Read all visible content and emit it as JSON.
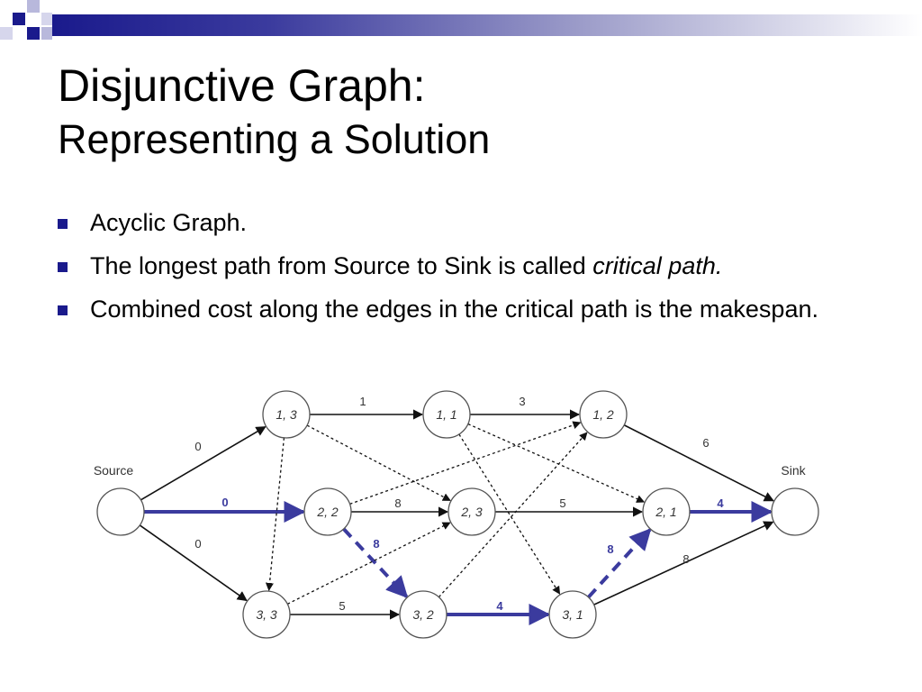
{
  "slide": {
    "title_line1": "Disjunctive Graph:",
    "title_line2": "Representing a Solution",
    "bullets": [
      {
        "text": "Acyclic Graph.",
        "emphasis": ""
      },
      {
        "text": "The longest path from Source to Sink is called ",
        "emphasis": "critical path."
      },
      {
        "text": "Combined cost along the edges in the critical path is the makespan.",
        "emphasis": ""
      }
    ],
    "colors": {
      "accent": "#1a1a8c",
      "critical_path": "#3b3b9e",
      "edge": "#111111"
    }
  },
  "graph": {
    "source_label": "Source",
    "sink_label": "Sink",
    "nodes": {
      "n13": "1, 3",
      "n11": "1, 1",
      "n12": "1, 2",
      "n22": "2, 2",
      "n23": "2, 3",
      "n21": "2, 1",
      "n33": "3, 3",
      "n32": "3, 2",
      "n31": "3, 1"
    },
    "edges": [
      {
        "from": "source",
        "to": "n13",
        "label": "0",
        "style": "solid",
        "critical": false
      },
      {
        "from": "source",
        "to": "n22",
        "label": "0",
        "style": "solid",
        "critical": true
      },
      {
        "from": "source",
        "to": "n33",
        "label": "0",
        "style": "solid",
        "critical": false
      },
      {
        "from": "n13",
        "to": "n11",
        "label": "1",
        "style": "solid",
        "critical": false
      },
      {
        "from": "n11",
        "to": "n12",
        "label": "3",
        "style": "solid",
        "critical": false
      },
      {
        "from": "n12",
        "to": "sink",
        "label": "6",
        "style": "solid",
        "critical": false
      },
      {
        "from": "n22",
        "to": "n23",
        "label": "8",
        "style": "solid",
        "critical": false
      },
      {
        "from": "n23",
        "to": "n21",
        "label": "5",
        "style": "solid",
        "critical": false
      },
      {
        "from": "n21",
        "to": "sink",
        "label": "4",
        "style": "solid",
        "critical": true
      },
      {
        "from": "n33",
        "to": "n32",
        "label": "5",
        "style": "solid",
        "critical": false
      },
      {
        "from": "n32",
        "to": "n31",
        "label": "4",
        "style": "solid",
        "critical": true
      },
      {
        "from": "n31",
        "to": "sink",
        "label": "8",
        "style": "solid",
        "critical": false
      },
      {
        "from": "n22",
        "to": "n32",
        "label": "8",
        "style": "dashed",
        "critical": true
      },
      {
        "from": "n31",
        "to": "n21",
        "label": "8",
        "style": "dashed",
        "critical": true
      },
      {
        "from": "n13",
        "to": "n23",
        "label": "",
        "style": "dotted",
        "critical": false
      },
      {
        "from": "n13",
        "to": "n33",
        "label": "",
        "style": "dotted",
        "critical": false
      },
      {
        "from": "n11",
        "to": "n21",
        "label": "",
        "style": "dotted",
        "critical": false
      },
      {
        "from": "n11",
        "to": "n31",
        "label": "",
        "style": "dotted",
        "critical": false
      },
      {
        "from": "n22",
        "to": "n12",
        "label": "",
        "style": "dotted",
        "critical": false
      },
      {
        "from": "n32",
        "to": "n12",
        "label": "",
        "style": "dotted",
        "critical": false
      },
      {
        "from": "n33",
        "to": "n23",
        "label": "",
        "style": "dotted",
        "critical": false
      }
    ]
  }
}
